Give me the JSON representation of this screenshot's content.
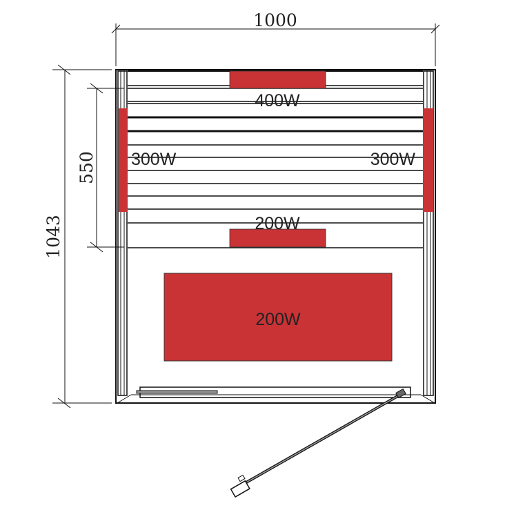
{
  "dimensions": {
    "width": "1000",
    "depth": "1043",
    "bench_depth": "550"
  },
  "heaters": {
    "back": "400W",
    "left_side": "300W",
    "right_side": "300W",
    "bench_front": "200W",
    "floor": "200W"
  },
  "colors": {
    "heater": "#c93336",
    "line": "#111111"
  }
}
